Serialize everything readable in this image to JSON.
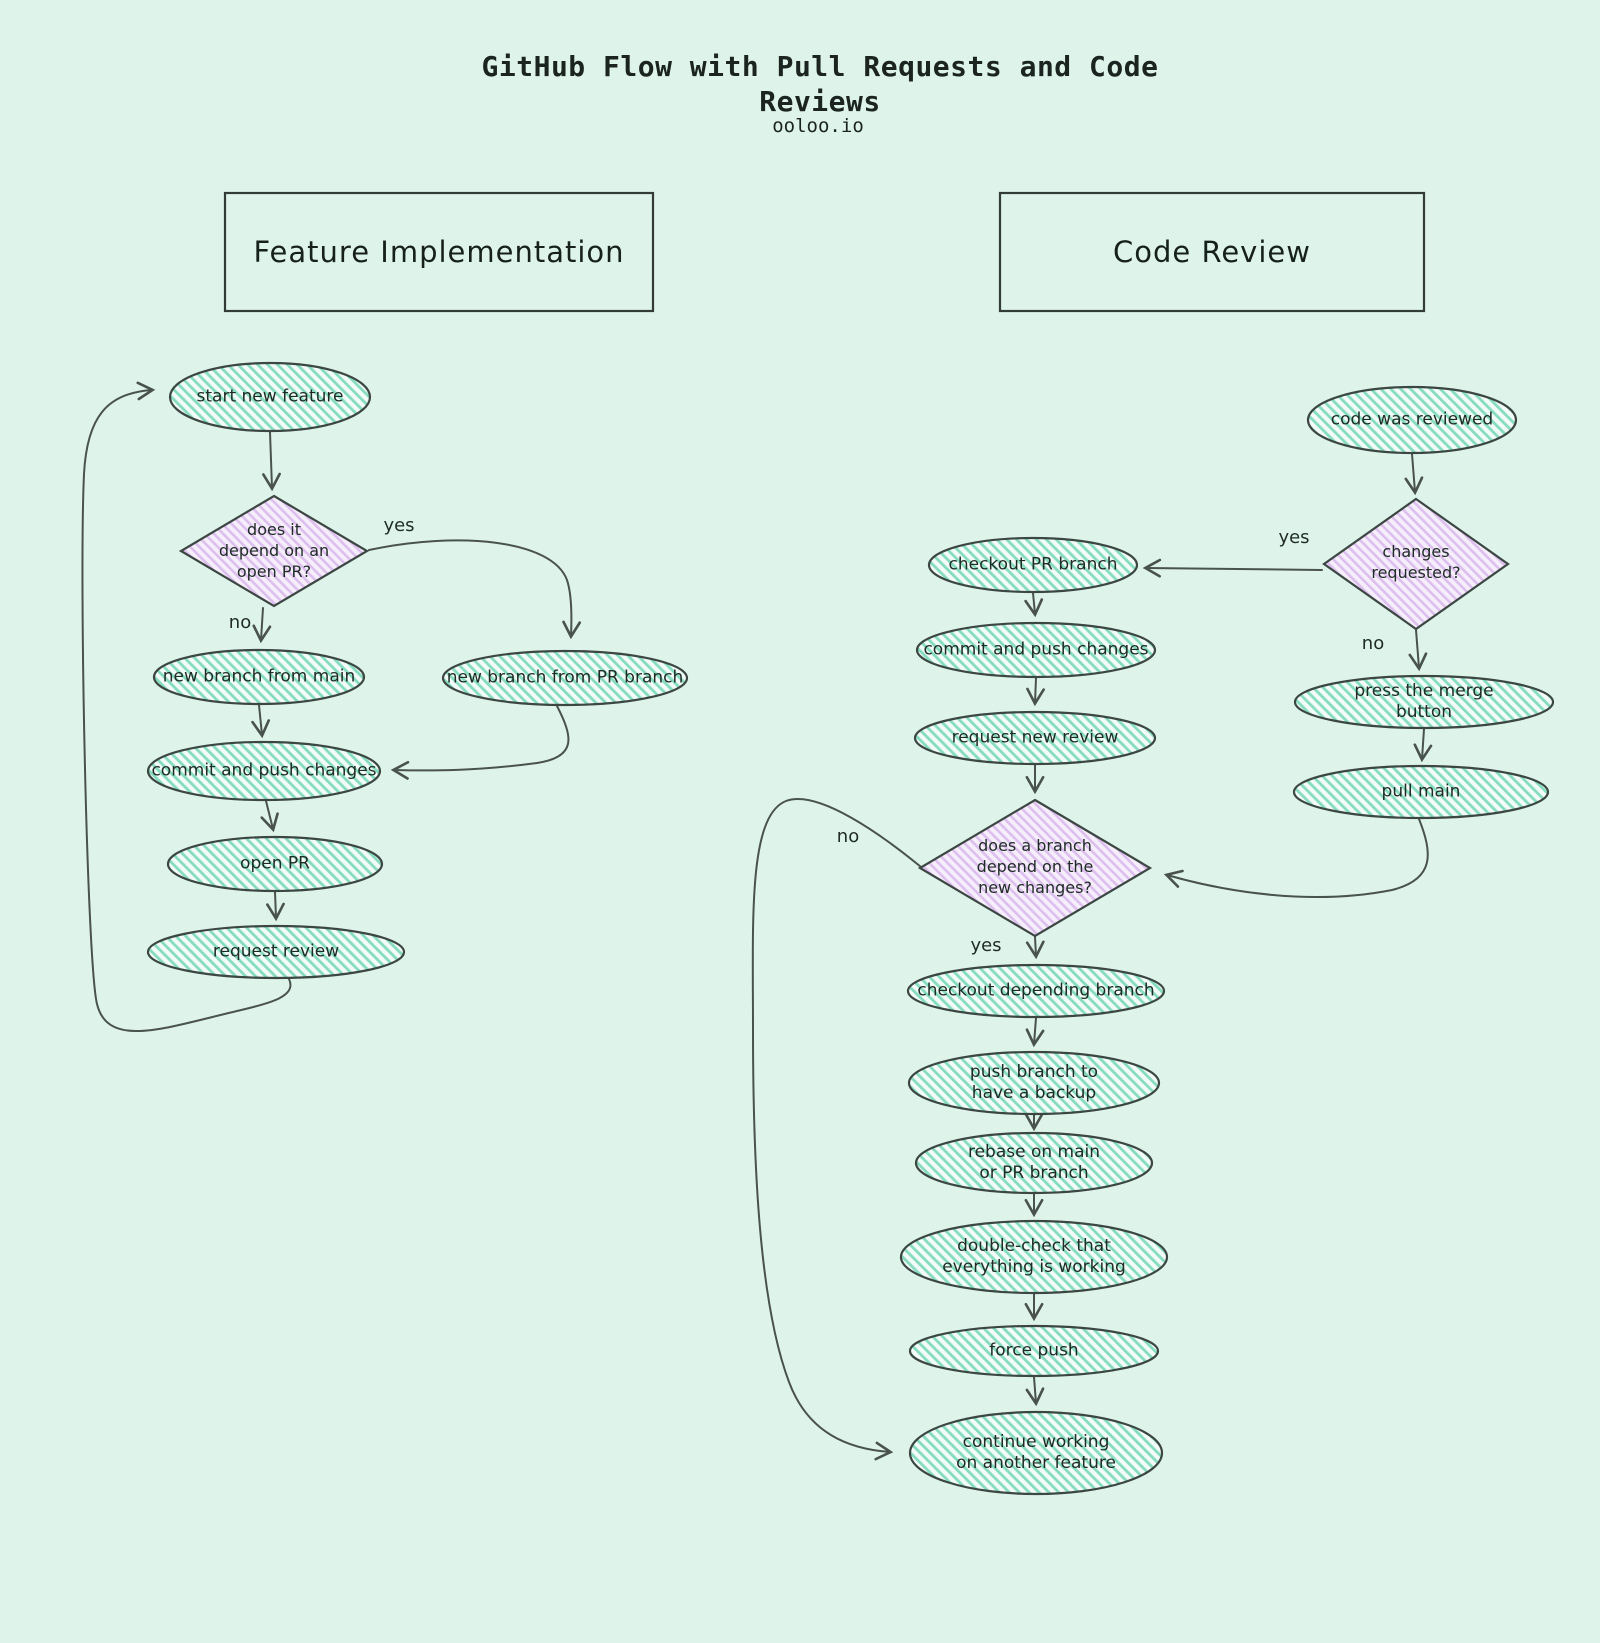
{
  "title": "GitHub Flow with Pull Requests and Code Reviews",
  "subtitle": "ooloo.io",
  "sections": {
    "feature_implementation": "Feature Implementation",
    "code_review": "Code Review"
  },
  "decision_labels": {
    "yes": "yes",
    "no": "no"
  },
  "feature_flow": {
    "start_new_feature": "start new feature",
    "does_it_depend_on_open_pr": "does it\ndepend on an\nopen PR?",
    "new_branch_from_main": "new branch from main",
    "new_branch_from_pr_branch": "new branch from PR branch",
    "commit_and_push_changes": "commit and push changes",
    "open_pr": "open PR",
    "request_review": "request review"
  },
  "review_flow": {
    "code_was_reviewed": "code was reviewed",
    "changes_requested": "changes\nrequested?",
    "checkout_pr_branch": "checkout PR branch",
    "commit_and_push_changes": "commit and push changes",
    "request_new_review": "request new review",
    "press_the_merge_button": "press the merge button",
    "pull_main": "pull main",
    "does_a_branch_depend_on_new_changes": "does a branch\ndepend on the\nnew changes?",
    "checkout_depending_branch": "checkout depending branch",
    "push_branch_to_have_a_backup": "push branch to\nhave a backup",
    "rebase_on_main_or_pr_branch": "rebase on main\nor PR branch",
    "double_check_everything_working": "double-check that\neverything is working",
    "force_push": "force push",
    "continue_working_on_another_feature": "continue working\non another feature"
  },
  "edges": [
    {
      "from": "start new feature",
      "to": "does it depend on an open PR?",
      "label": ""
    },
    {
      "from": "does it depend on an open PR?",
      "to": "new branch from main",
      "label": "no"
    },
    {
      "from": "does it depend on an open PR?",
      "to": "new branch from PR branch",
      "label": "yes"
    },
    {
      "from": "new branch from main",
      "to": "commit and push changes",
      "label": ""
    },
    {
      "from": "new branch from PR branch",
      "to": "commit and push changes",
      "label": ""
    },
    {
      "from": "commit and push changes",
      "to": "open PR",
      "label": ""
    },
    {
      "from": "open PR",
      "to": "request review",
      "label": ""
    },
    {
      "from": "request review",
      "to": "start new feature",
      "label": ""
    },
    {
      "from": "code was reviewed",
      "to": "changes requested?",
      "label": ""
    },
    {
      "from": "changes requested?",
      "to": "checkout PR branch",
      "label": "yes"
    },
    {
      "from": "changes requested?",
      "to": "press the merge button",
      "label": "no"
    },
    {
      "from": "checkout PR branch",
      "to": "commit and push changes",
      "label": ""
    },
    {
      "from": "commit and push changes",
      "to": "request new review",
      "label": ""
    },
    {
      "from": "request new review",
      "to": "does a branch depend on the new changes?",
      "label": ""
    },
    {
      "from": "press the merge button",
      "to": "pull main",
      "label": ""
    },
    {
      "from": "pull main",
      "to": "does a branch depend on the new changes?",
      "label": ""
    },
    {
      "from": "does a branch depend on the new changes?",
      "to": "checkout depending branch",
      "label": "yes"
    },
    {
      "from": "does a branch depend on the new changes?",
      "to": "continue working on another feature",
      "label": "no"
    },
    {
      "from": "checkout depending branch",
      "to": "push branch to have a backup",
      "label": ""
    },
    {
      "from": "push branch to have a backup",
      "to": "rebase on main or PR branch",
      "label": ""
    },
    {
      "from": "rebase on main or PR branch",
      "to": "double-check that everything is working",
      "label": ""
    },
    {
      "from": "double-check that everything is working",
      "to": "force push",
      "label": ""
    },
    {
      "from": "force push",
      "to": "continue working on another feature",
      "label": ""
    }
  ],
  "colors": {
    "background": "#def4ea",
    "process_stripe": "#85dcbf",
    "decision_stripe": "#dcbfee",
    "outline": "#3c4643",
    "edge": "#49524e",
    "text": "#1f2b25"
  }
}
